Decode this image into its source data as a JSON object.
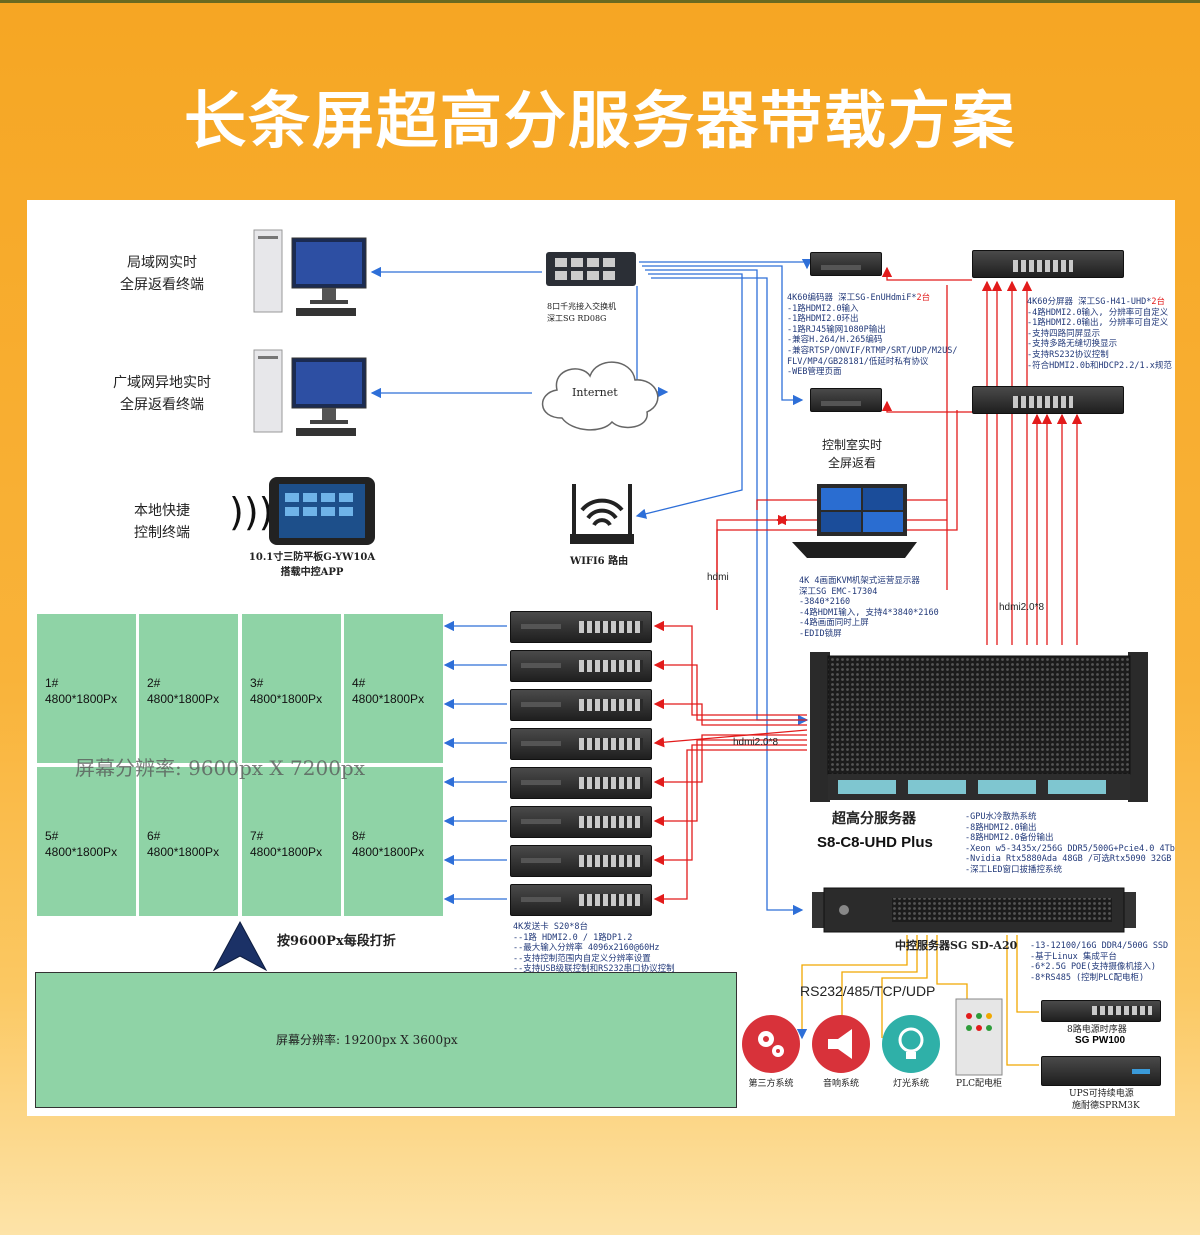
{
  "title": "长条屏超高分服务器带载方案",
  "colors": {
    "accent": "#f6a623",
    "screen_green": "#8fd3a6",
    "arrow_blue": "#2e6fd8",
    "arrow_red": "#e21b1b",
    "note_blue": "#233a7a"
  },
  "terminals": {
    "lan": "局域网实时\n全屏返看终端",
    "wan": "广域网异地实时\n全屏返看终端",
    "local": "本地快捷\n控制终端",
    "tablet": "10.1寸三防平板G-YW10A\n搭载中控APP"
  },
  "switch": {
    "label": "8口千兆接入交换机\n深工SG RD08G"
  },
  "internet": "Internet",
  "wifi": "WIFI6 路由",
  "encoder_note": "4K60编码器 深工SG-EnUHdmiF*",
  "encoder_note_count": "2台",
  "encoder_specs": "-1路HDMI2.0输入\n-1路HDMI2.0环出\n-1路RJ45输网1080P输出\n-兼容H.264/H.265编码\n-兼容RTSP/ONVIF/RTMP/SRT/UDP/M2US/\nFLV/MP4/GB28181/低延时私有协议\n-WEB管理页面",
  "splitter_note": "4K60分屏器 深工SG-H41-UHD*",
  "splitter_note_count": "2台",
  "splitter_specs": "-4路HDMI2.0输入, 分辨率可自定义\n-1路HDMI2.0输出, 分辨率可自定义\n-支持四路同屏显示\n-支持多路无缝切换显示\n-支持RS232协议控制\n-符合HDMI2.0b和HDCP2.2/1.x规范",
  "control_room": "控制室实时\n全屏返看",
  "kvm_specs": "4K 4画面KVM机架式运营显示器\n深工SG EMC-17304\n-3840*2160\n-4路HDMI输入, 支持4*3840*2160\n-4路画面同时上屏\n-EDID锁屏",
  "hdmi_label": "hdmi",
  "hdmi8_right": "hdmi2.0*8",
  "hdmi8_mid": "hdmi2.0*8",
  "screens": [
    {
      "id": "1#",
      "res": "4800*1800Px"
    },
    {
      "id": "2#",
      "res": "4800*1800Px"
    },
    {
      "id": "3#",
      "res": "4800*1800Px"
    },
    {
      "id": "4#",
      "res": "4800*1800Px"
    },
    {
      "id": "5#",
      "res": "4800*1800Px"
    },
    {
      "id": "6#",
      "res": "4800*1800Px"
    },
    {
      "id": "7#",
      "res": "4800*1800Px"
    },
    {
      "id": "8#",
      "res": "4800*1800Px"
    }
  ],
  "overlay_res": "屏幕分辨率: 9600px X 7200px",
  "sender_specs": "4K发送卡 S20*8台\n--1路 HDMI2.0 / 1路DP1.2\n--最大输入分辨率 4096x2160@60Hz\n--支持控制范围内自定义分辨率设置\n--支持USB级联控制和RS232串口协议控制",
  "split_label": "按9600Px每段打折",
  "long_screen_res": "屏幕分辨率: 19200px X 3600px",
  "server": {
    "name": "超高分服务器",
    "model": "S8-C8-UHD Plus",
    "specs": "-GPU水冷散热系统\n-8路HDMI2.0输出\n-8路HDMI2.0备份输出\n-Xeon w5-3435x/256G DDR5/500G+Pcie4.0 4Tb\n-Nvidia Rtx5880Ada 48GB /可选Rtx5090 32GB\n-深工LED窗口拔播控系统"
  },
  "control_server": {
    "name": "中控服务器SG SD-A20",
    "specs": "-13-12100/16G DDR4/500G SSD\n-基于Linux 集成平台\n-6*2.5G POE(支持摄像机接入)\n-8*RS485 (控制PLC配电柜)"
  },
  "protocol": "RS232/485/TCP/UDP",
  "systems": [
    "第三方系统",
    "音响系统",
    "灯光系统",
    "PLC配电柜"
  ],
  "power_seq": {
    "name": "8路电源时序器",
    "model": "SG PW100"
  },
  "ups": {
    "name": "UPS可持续电源",
    "model": "施耐德SPRM3K"
  }
}
